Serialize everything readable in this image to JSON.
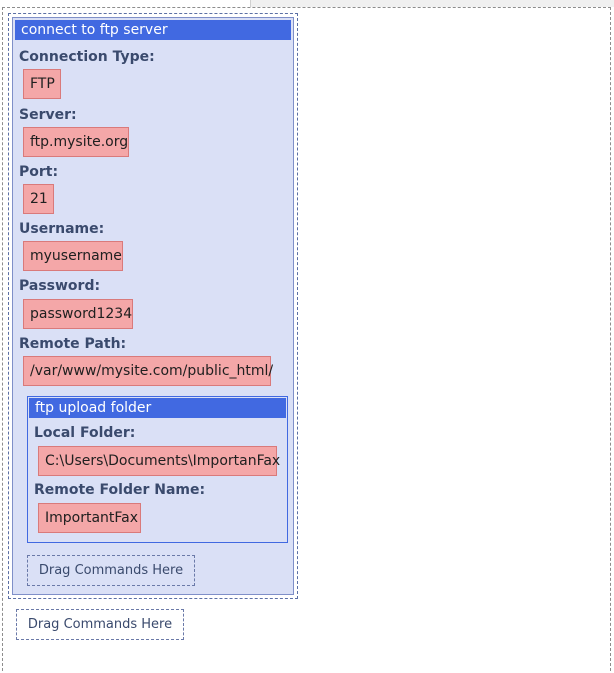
{
  "group": {
    "title": "connect to ftp server",
    "fields": [
      {
        "label": "Connection Type:",
        "value": "FTP"
      },
      {
        "label": "Server:",
        "value": "ftp.mysite.org"
      },
      {
        "label": "Port:",
        "value": "21"
      },
      {
        "label": "Username:",
        "value": "myusername"
      },
      {
        "label": "Password:",
        "value": "password1234"
      },
      {
        "label": "Remote Path:",
        "value": "/var/www/mysite.com/public_html/"
      }
    ],
    "inner": {
      "title": "ftp upload folder",
      "fields": [
        {
          "label": "Local Folder:",
          "value": "C:\\Users\\Documents\\ImportanFax"
        },
        {
          "label": "Remote Folder Name:",
          "value": "ImportantFax"
        }
      ]
    },
    "drop_label": "Drag Commands Here"
  },
  "canvas": {
    "drop_label": "Drag Commands Here"
  }
}
